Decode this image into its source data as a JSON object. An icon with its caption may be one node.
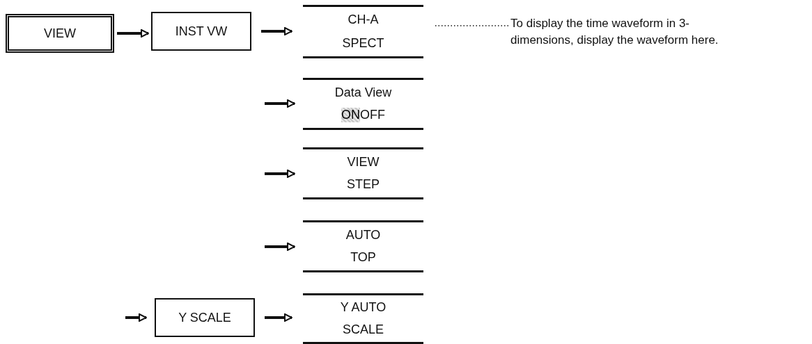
{
  "diagram": {
    "nodes": [
      {
        "text": [
          "VIEW"
        ]
      },
      {
        "text": [
          "INST VW"
        ]
      },
      {
        "text": [
          "CH-A",
          "SPECT"
        ]
      },
      {
        "text": [
          "Data View",
          "ON",
          "OFF"
        ]
      },
      {
        "text": [
          "VIEW",
          "STEP"
        ]
      },
      {
        "text": [
          "AUTO",
          "TOP"
        ]
      },
      {
        "text": [
          "Y SCALE"
        ]
      },
      {
        "text": [
          "Y AUTO",
          "SCALE"
        ]
      },
      {
        "text": [
          "To display the time waveform in 3-dimensions, display the waveform here."
        ]
      }
    ],
    "edges": [
      {
        "from": 0,
        "to": 1,
        "arrow": "to"
      },
      {
        "from": 1,
        "to": 2,
        "arrow": "to"
      },
      {
        "from": null,
        "to": 3,
        "arrow": "to"
      },
      {
        "from": null,
        "to": 4,
        "arrow": "to"
      },
      {
        "from": null,
        "to": 5,
        "arrow": "to"
      },
      {
        "from": null,
        "to": 6,
        "arrow": "to"
      },
      {
        "from": 6,
        "to": 7,
        "arrow": "to"
      },
      {
        "from": 8,
        "to": 2,
        "arrow": "none",
        "style": "dashed"
      }
    ]
  }
}
